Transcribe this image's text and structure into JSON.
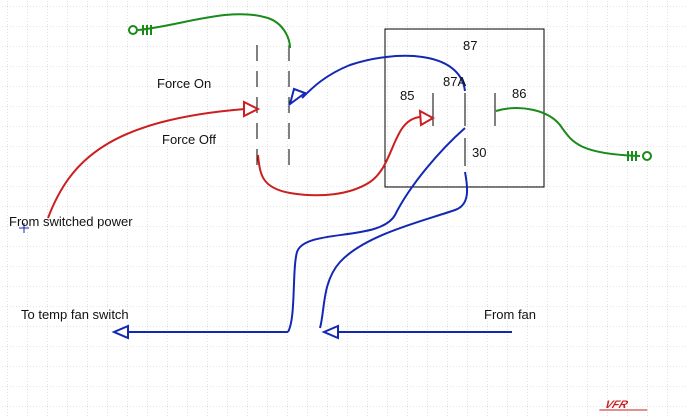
{
  "labels": {
    "force_on": "Force On",
    "force_off": "Force Off",
    "from_switched_power": "From switched power",
    "to_temp_fan_switch": "To temp fan switch",
    "from_fan": "From fan",
    "pin_87": "87",
    "pin_87a": "87A",
    "pin_85": "85",
    "pin_86": "86",
    "pin_30": "30"
  },
  "logo_text": "VFR",
  "colors": {
    "background": "#ffffff",
    "grid": "#9a9a9a",
    "relay_box": "#000000",
    "switch_terminals": "#000000",
    "power_wire": "#cc1f1f",
    "fan_wire": "#1428b4",
    "ground_wire": "#1a8a1a",
    "logo": "#cc1f1f"
  }
}
